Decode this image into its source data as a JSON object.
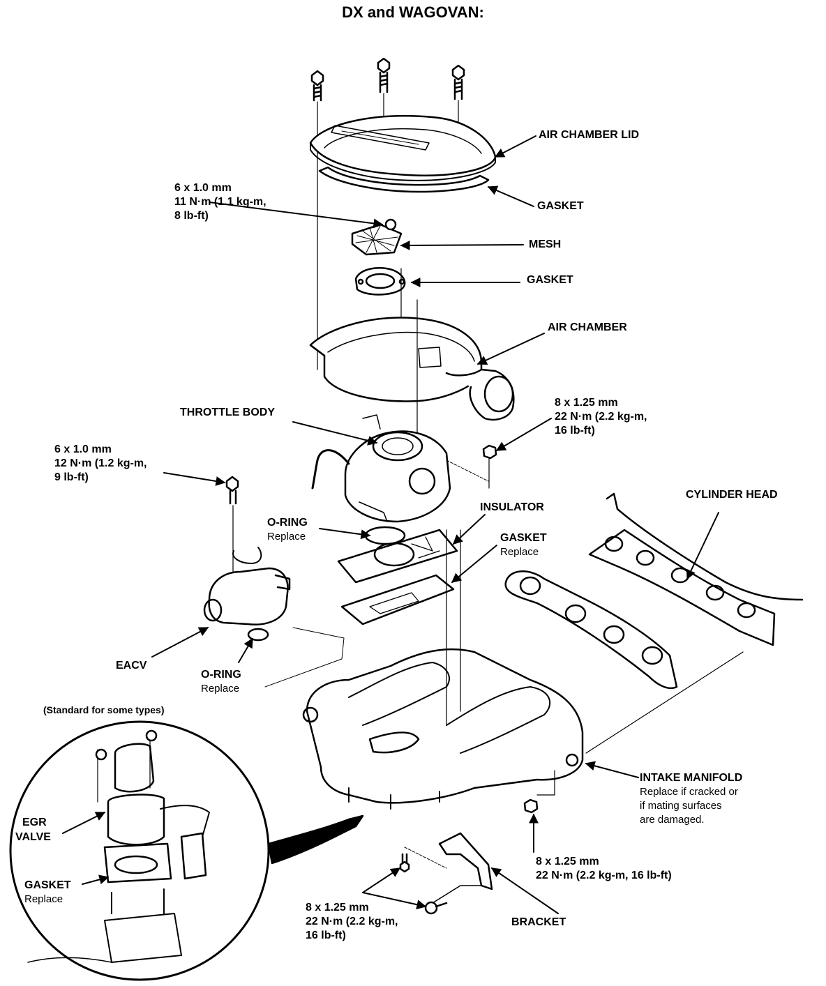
{
  "title": "DX and WAGOVAN:",
  "labels": {
    "air_chamber_lid": "AIR CHAMBER LID",
    "gasket_1": "GASKET",
    "mesh": "MESH",
    "gasket_2": "GASKET",
    "air_chamber": "AIR CHAMBER",
    "throttle_body": "THROTTLE BODY",
    "insulator": "INSULATOR",
    "o_ring_1": "O-RING",
    "o_ring_1_note": "Replace",
    "gasket_3": "GASKET",
    "gasket_3_note": "Replace",
    "cylinder_head": "CYLINDER HEAD",
    "eacv": "EACV",
    "o_ring_2": "O-RING",
    "o_ring_2_note": "Replace",
    "standard_note": "(Standard for some types)",
    "egr_valve_1": "EGR",
    "egr_valve_2": "VALVE",
    "gasket_4": "GASKET",
    "gasket_4_note": "Replace",
    "intake_manifold": "INTAKE MANIFOLD",
    "intake_note_1": "Replace if cracked or",
    "intake_note_2": "if mating surfaces",
    "intake_note_3": "are damaged.",
    "bracket": "BRACKET"
  },
  "torque_specs": {
    "lid_bolt": [
      "6 x 1.0 mm",
      "11 N·m (1.1 kg-m,",
      "8 lb-ft)"
    ],
    "throttle_nut": [
      "8 x 1.25 mm",
      "22 N·m (2.2 kg-m,",
      "16 lb-ft)"
    ],
    "eacv_bolt": [
      "6 x 1.0 mm",
      "12 N·m (1.2 kg-m,",
      "9 lb-ft)"
    ],
    "manifold_nut": [
      "8 x 1.25 mm",
      "22 N·m (2.2 kg-m, 16 lb-ft)"
    ],
    "bracket_bolt": [
      "8 x 1.25 mm",
      "22 N·m (2.2 kg-m,",
      "16 lb-ft)"
    ]
  }
}
